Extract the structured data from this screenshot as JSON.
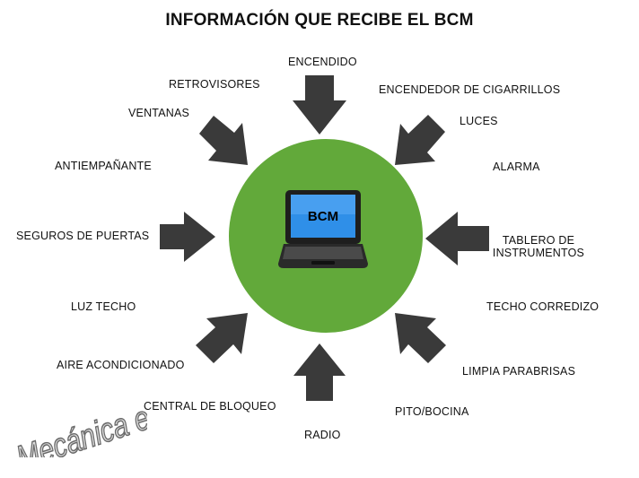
{
  "title": "INFORMACIÓN QUE RECIBE EL BCM",
  "center": {
    "label": "BCM",
    "circle_color": "#62a93a"
  },
  "inputs": [
    "ENCENDIDO",
    "ENCENDEDOR DE CIGARRILLOS",
    "LUCES",
    "ALARMA",
    "TABLERO DE INSTRUMENTOS",
    "TECHO CORREDIZO",
    "LIMPIA PARABRISAS",
    "PITO/BOCINA",
    "RADIO",
    "CENTRAL DE BLOQUEO",
    "AIRE ACONDICIONADO",
    "LUZ TECHO",
    "SEGUROS DE PUERTAS",
    "ANTIEMPAÑANTE",
    "VENTANAS",
    "RETROVISORES"
  ],
  "watermark": "Mecánica en la web",
  "colors": {
    "arrow": "#3a3a3a",
    "screen": "#2f8fe8"
  }
}
